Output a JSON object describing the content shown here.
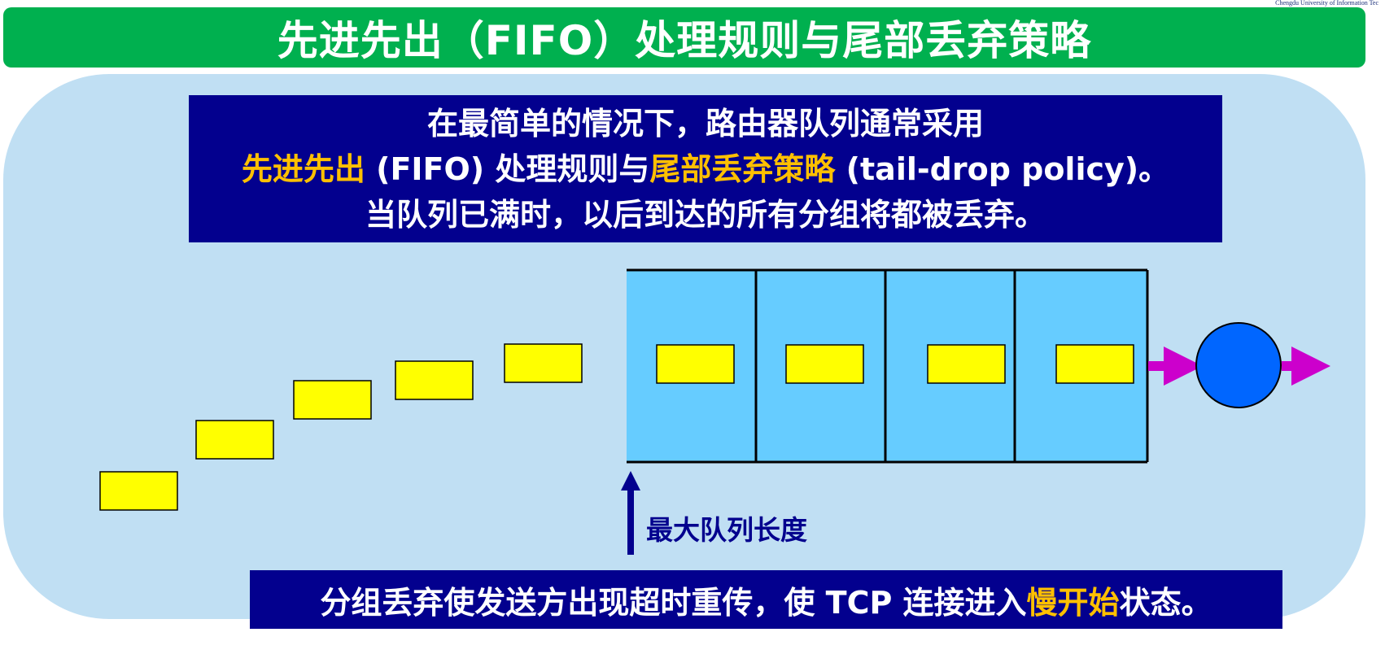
{
  "header": {
    "corner_mark": "Chengdu University of Information Tec",
    "title": "先进先出（FIFO）处理规则与尾部丢弃策略"
  },
  "description": {
    "line1": "在最简单的情况下，路由器队列通常采用",
    "line2": {
      "part1_highlight": "先进先出",
      "part2": " (FIFO) 处理规则与",
      "part3_highlight": "尾部丢弃策略",
      "part4": " (tail-drop policy)。"
    },
    "line3": "当队列已满时，以后到达的所有分组将都被丢弃。"
  },
  "diagram": {
    "queue_slots": 4,
    "queued_packets": 4,
    "arriving_packets": 5,
    "max_queue_label": "最大队列长度"
  },
  "footer": {
    "part1": "分组丢弃使发送方出现超时重传，使 TCP 连接进入",
    "part2_highlight": "慢开始",
    "part3": "状态。"
  },
  "colors": {
    "title_bg": "#00b04f",
    "panel_bg": "#c0dff3",
    "box_bg": "#03008e",
    "highlight": "#ffc000",
    "queue_fill": "#66ccff",
    "packet_fill": "#ffff00",
    "server_fill": "#0066ff",
    "flow_arrow": "#cc00cc"
  }
}
